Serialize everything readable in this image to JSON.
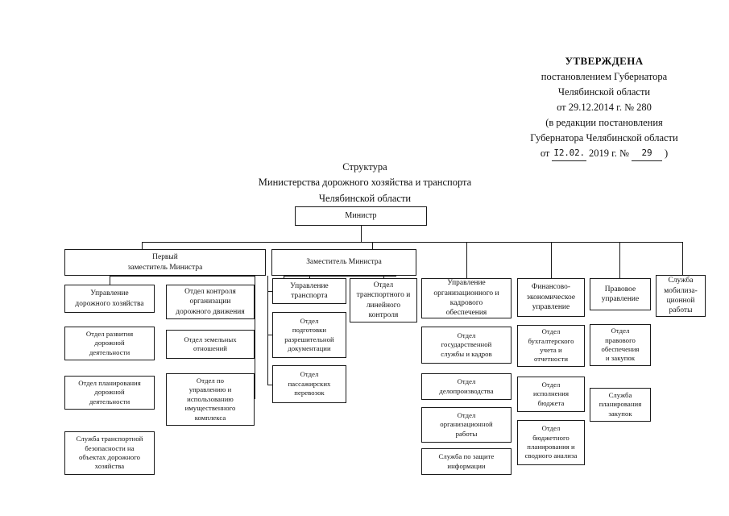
{
  "approval": {
    "heading": "УТВЕРЖДЕНА",
    "line1": "постановлением Губернатора",
    "line2": "Челябинской области",
    "line3": "от 29.12.2014 г. № 280",
    "line4": "(в редакции постановления",
    "line5": "Губернатора Челябинской области",
    "line6_prefix": "от",
    "line6_date": "I2.02.",
    "line6_year": "2019 г. №",
    "line6_number": "29",
    "line6_suffix": ")"
  },
  "doc_title": {
    "line1": "Структура",
    "line2": "Министерства дорожного хозяйства и транспорта",
    "line3": "Челябинской области"
  },
  "chart_data": {
    "type": "diagram",
    "title": "Структура Министерства дорожного хозяйства и транспорта Челябинской области",
    "root": "Министр",
    "nodes": {
      "minister": "Министр",
      "first_deputy": "Первый\nзаместитель Министра",
      "deputy": "Заместитель Министра"
    },
    "columns": [
      {
        "id": "col-road-economy",
        "parent": "first_deputy",
        "head": "Управление\nдорожного хозяйства",
        "children": [
          "Отдел развития\nдорожной\nдеятельности",
          "Отдел планирования\nдорожной\nдеятельности",
          "Служба транспортной\nбезопасности на\nобъектах дорожного\nхозяйства"
        ]
      },
      {
        "id": "col-traffic-control",
        "parent": "first_deputy",
        "head": "Отдел контроля\nорганизации\nдорожного движения",
        "children": [
          "Отдел земельных\nотношений",
          "Отдел по\nуправлению и\nиспользованию\nимущественного\nкомплекса"
        ]
      },
      {
        "id": "col-transport",
        "parent": "deputy",
        "head": "Управление\nтранспорта",
        "children": [
          "Отдел\nподготовки\nразрешительной\nдокументации",
          "Отдел\nпассажирских\nперевозок"
        ]
      },
      {
        "id": "col-line-control",
        "parent": "deputy",
        "head": "Отдел\nтранспортного и\nлинейного\nконтроля",
        "children": []
      },
      {
        "id": "col-org-hr",
        "parent": "minister",
        "head": "Управление\nорганизационного и\nкадрового\nобеспечения",
        "children": [
          "Отдел\nгосударственной\nслужбы и кадров",
          "Отдел\nделопроизводства",
          "Отдел\nорганизационной\nработы",
          "Служба по защите\nинформации"
        ]
      },
      {
        "id": "col-finance",
        "parent": "minister",
        "head": "Финансово-\nэкономическое\nуправление",
        "children": [
          "Отдел\nбухгалтерского\nучета и\nотчетности",
          "Отдел\nисполнения\nбюджета",
          "Отдел\nбюджетного\nпланирования и\nсводного анализа"
        ]
      },
      {
        "id": "col-legal",
        "parent": "minister",
        "head": "Правовое\nуправление",
        "children": [
          "Отдел\nправового\nобеспечения\nи закупок",
          "Служба\nпланирования\nзакупок"
        ]
      },
      {
        "id": "col-mobilization",
        "parent": "minister",
        "head": "Служба\nмобилиза-\nционной\nработы",
        "children": []
      }
    ]
  }
}
